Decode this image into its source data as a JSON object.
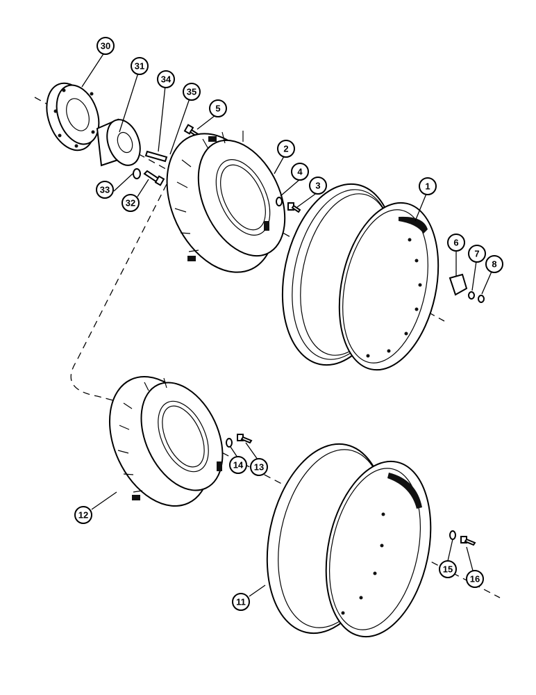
{
  "callouts": {
    "c30": "30",
    "c31": "31",
    "c34": "34",
    "c35": "35",
    "c5": "5",
    "c2": "2",
    "c4": "4",
    "c3": "3",
    "c1": "1",
    "c33": "33",
    "c32": "32",
    "c6": "6",
    "c7": "7",
    "c8": "8",
    "c14": "14",
    "c13": "13",
    "c12": "12",
    "c11": "11",
    "c15": "15",
    "c16": "16"
  }
}
